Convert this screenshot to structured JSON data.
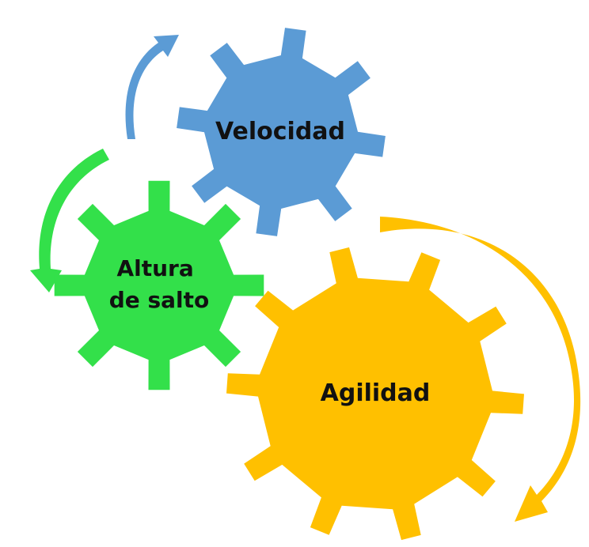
{
  "diagram": {
    "type": "gear-cycle",
    "gears": [
      {
        "id": "velocidad",
        "lines": [
          "Velocidad"
        ],
        "color": "#5B9BD5"
      },
      {
        "id": "altura",
        "lines": [
          "Altura",
          "de salto"
        ],
        "color": "#33E04A"
      },
      {
        "id": "agilidad",
        "lines": [
          "Agilidad"
        ],
        "color": "#FFC000"
      }
    ],
    "arrows": [
      {
        "id": "arrow-blue",
        "color": "#5B9BD5"
      },
      {
        "id": "arrow-green",
        "color": "#33E04A"
      },
      {
        "id": "arrow-yellow",
        "color": "#FFC000"
      }
    ]
  }
}
